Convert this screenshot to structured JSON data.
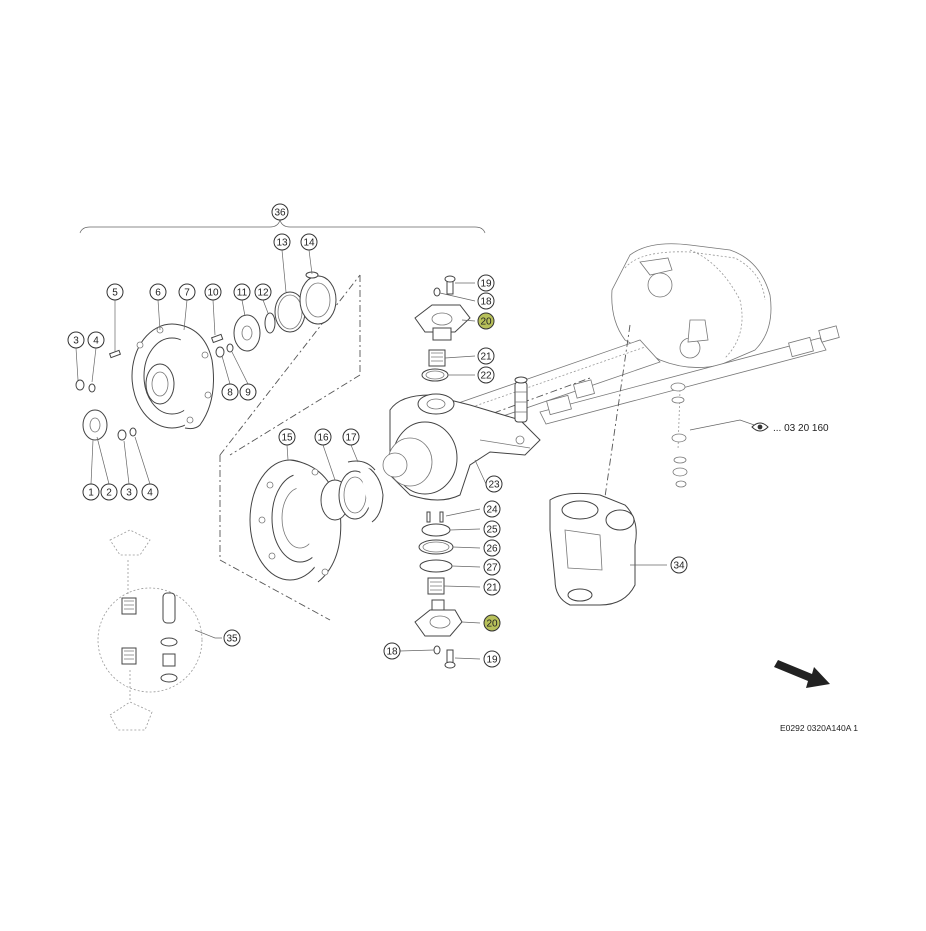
{
  "diagram": {
    "drawing_code": "E0292 0320A140A 1",
    "cross_reference": "... 03 20 160",
    "highlight_color": "#b8c15a",
    "callouts": [
      {
        "id": "c1",
        "label": "1",
        "highlighted": false
      },
      {
        "id": "c2",
        "label": "2",
        "highlighted": false
      },
      {
        "id": "c3a",
        "label": "3",
        "highlighted": false
      },
      {
        "id": "c3b",
        "label": "3",
        "highlighted": false
      },
      {
        "id": "c4a",
        "label": "4",
        "highlighted": false
      },
      {
        "id": "c4b",
        "label": "4",
        "highlighted": false
      },
      {
        "id": "c5",
        "label": "5",
        "highlighted": false
      },
      {
        "id": "c6",
        "label": "6",
        "highlighted": false
      },
      {
        "id": "c7",
        "label": "7",
        "highlighted": false
      },
      {
        "id": "c8",
        "label": "8",
        "highlighted": false
      },
      {
        "id": "c9",
        "label": "9",
        "highlighted": false
      },
      {
        "id": "c10",
        "label": "10",
        "highlighted": false
      },
      {
        "id": "c11",
        "label": "11",
        "highlighted": false
      },
      {
        "id": "c12",
        "label": "12",
        "highlighted": false
      },
      {
        "id": "c13",
        "label": "13",
        "highlighted": false
      },
      {
        "id": "c14",
        "label": "14",
        "highlighted": false
      },
      {
        "id": "c15",
        "label": "15",
        "highlighted": false
      },
      {
        "id": "c16",
        "label": "16",
        "highlighted": false
      },
      {
        "id": "c17",
        "label": "17",
        "highlighted": false
      },
      {
        "id": "c18a",
        "label": "18",
        "highlighted": false
      },
      {
        "id": "c18b",
        "label": "18",
        "highlighted": false
      },
      {
        "id": "c19a",
        "label": "19",
        "highlighted": false
      },
      {
        "id": "c19b",
        "label": "19",
        "highlighted": false
      },
      {
        "id": "c20a",
        "label": "20",
        "highlighted": true
      },
      {
        "id": "c20b",
        "label": "20",
        "highlighted": true
      },
      {
        "id": "c21a",
        "label": "21",
        "highlighted": false
      },
      {
        "id": "c21b",
        "label": "21",
        "highlighted": false
      },
      {
        "id": "c22",
        "label": "22",
        "highlighted": false
      },
      {
        "id": "c23",
        "label": "23",
        "highlighted": false
      },
      {
        "id": "c24",
        "label": "24",
        "highlighted": false
      },
      {
        "id": "c25",
        "label": "25",
        "highlighted": false
      },
      {
        "id": "c26",
        "label": "26",
        "highlighted": false
      },
      {
        "id": "c27",
        "label": "27",
        "highlighted": false
      },
      {
        "id": "c34",
        "label": "34",
        "highlighted": false
      },
      {
        "id": "c35",
        "label": "35",
        "highlighted": false
      },
      {
        "id": "c36",
        "label": "36",
        "highlighted": false
      }
    ],
    "icons": {
      "eye": "eye-icon",
      "direction_arrow": "direction-arrow-icon"
    }
  }
}
